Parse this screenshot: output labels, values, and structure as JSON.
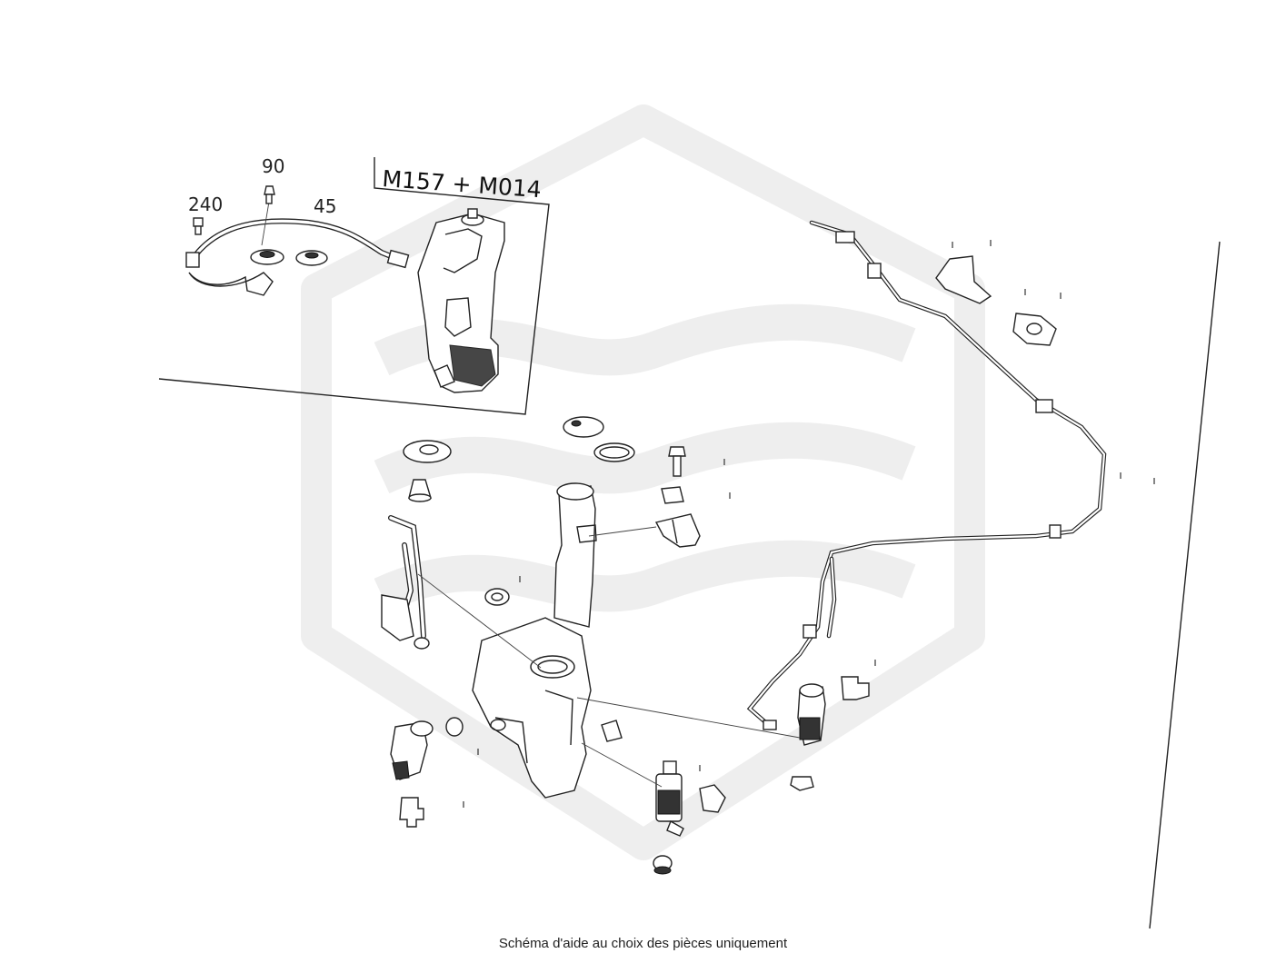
{
  "diagram": {
    "callouts": [
      {
        "id": "c90",
        "label": "90"
      },
      {
        "id": "c240",
        "label": "240"
      },
      {
        "id": "c45",
        "label": "45"
      }
    ],
    "variant_box_label": "M157 + M014",
    "caption": "Schéma d'aide au choix des pièces uniquement",
    "watermark_color": "#eeeeee"
  }
}
